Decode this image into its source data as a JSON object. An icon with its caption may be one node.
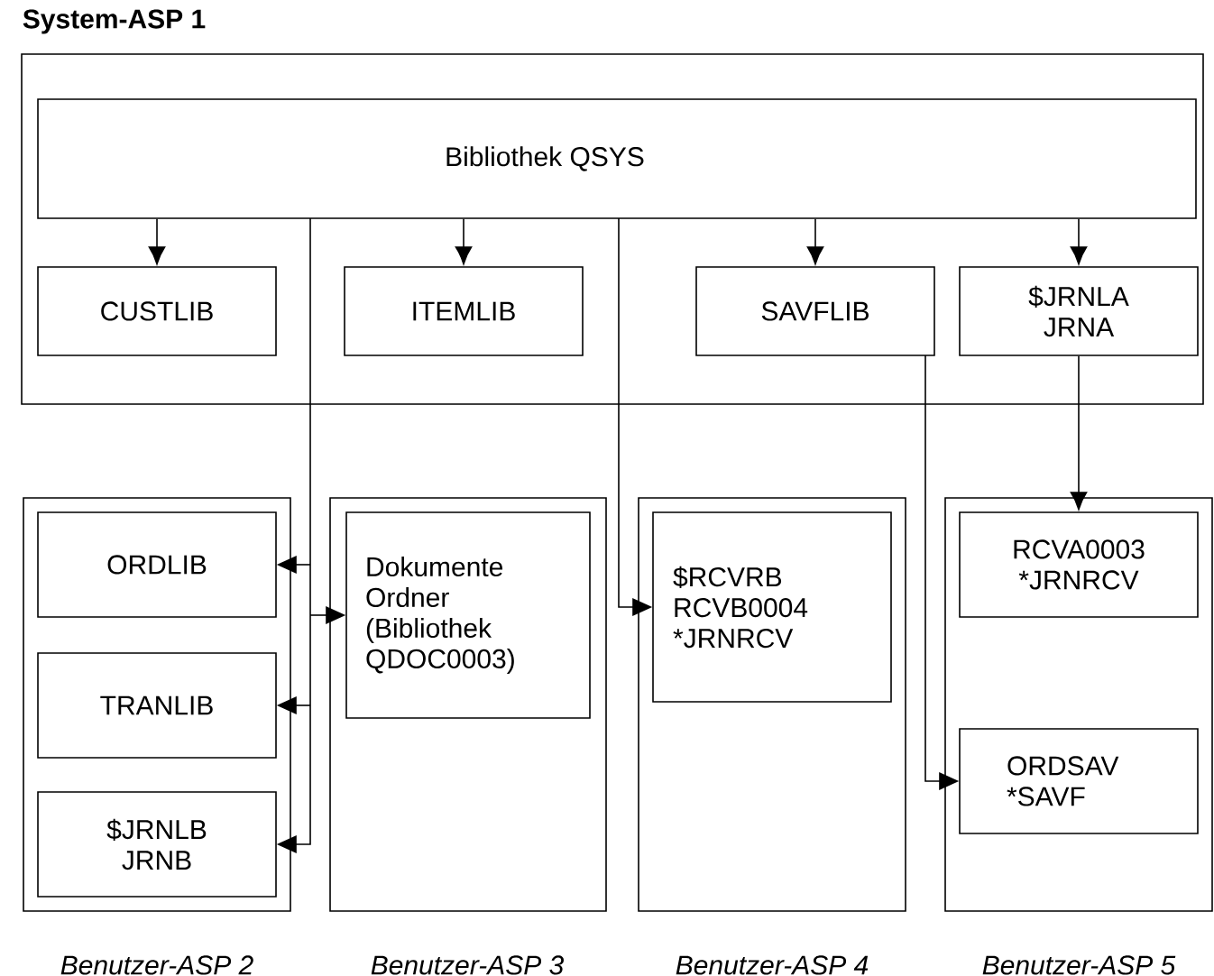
{
  "diagram": {
    "nodes": [
      {
        "text": [
          "System-ASP 1"
        ]
      },
      {
        "text": [
          "Bibliothek QSYS"
        ],
        "in": 0
      },
      {
        "text": [
          "CUSTLIB"
        ],
        "in": 0
      },
      {
        "text": [
          "ITEMLIB"
        ],
        "in": 0
      },
      {
        "text": [
          "SAVFLIB"
        ],
        "in": 0
      },
      {
        "text": [
          "$JRNLA JRNA"
        ],
        "in": 0
      },
      {
        "text": [
          "Benutzer-ASP 2"
        ]
      },
      {
        "text": [
          "ORDLIB"
        ],
        "in": 6
      },
      {
        "text": [
          "TRANLIB"
        ],
        "in": 6
      },
      {
        "text": [
          "$JRNLB JRNB"
        ],
        "in": 6
      },
      {
        "text": [
          "Benutzer-ASP 3"
        ]
      },
      {
        "text": [
          "Dokumente Ordner (Bibliothek QDOC0003)"
        ],
        "in": 10
      },
      {
        "text": [
          "Benutzer-ASP 4"
        ]
      },
      {
        "text": [
          "$RCVRB RCVB0004 *JRNRCV"
        ],
        "in": 12
      },
      {
        "text": [
          "Benutzer-ASP 5"
        ]
      },
      {
        "text": [
          "RCVA0003 *JRNRCV"
        ],
        "in": 14
      },
      {
        "text": [
          "ORDSAV *SAVF"
        ],
        "in": 14
      }
    ],
    "edges": [
      {
        "from": 1,
        "to": 2,
        "arrow": "to"
      },
      {
        "from": 1,
        "to": 3,
        "arrow": "to"
      },
      {
        "from": 1,
        "to": 4,
        "arrow": "to"
      },
      {
        "from": 1,
        "to": 5,
        "arrow": "to"
      },
      {
        "from": 1,
        "to": 7,
        "arrow": "to"
      },
      {
        "from": 1,
        "to": 8,
        "arrow": "to"
      },
      {
        "from": 1,
        "to": 9,
        "arrow": "to"
      },
      {
        "from": 1,
        "to": 11,
        "arrow": "to"
      },
      {
        "from": 1,
        "to": 13,
        "arrow": "to"
      },
      {
        "from": 4,
        "to": 16,
        "arrow": "to"
      },
      {
        "from": 5,
        "to": 15,
        "arrow": "to"
      }
    ]
  }
}
